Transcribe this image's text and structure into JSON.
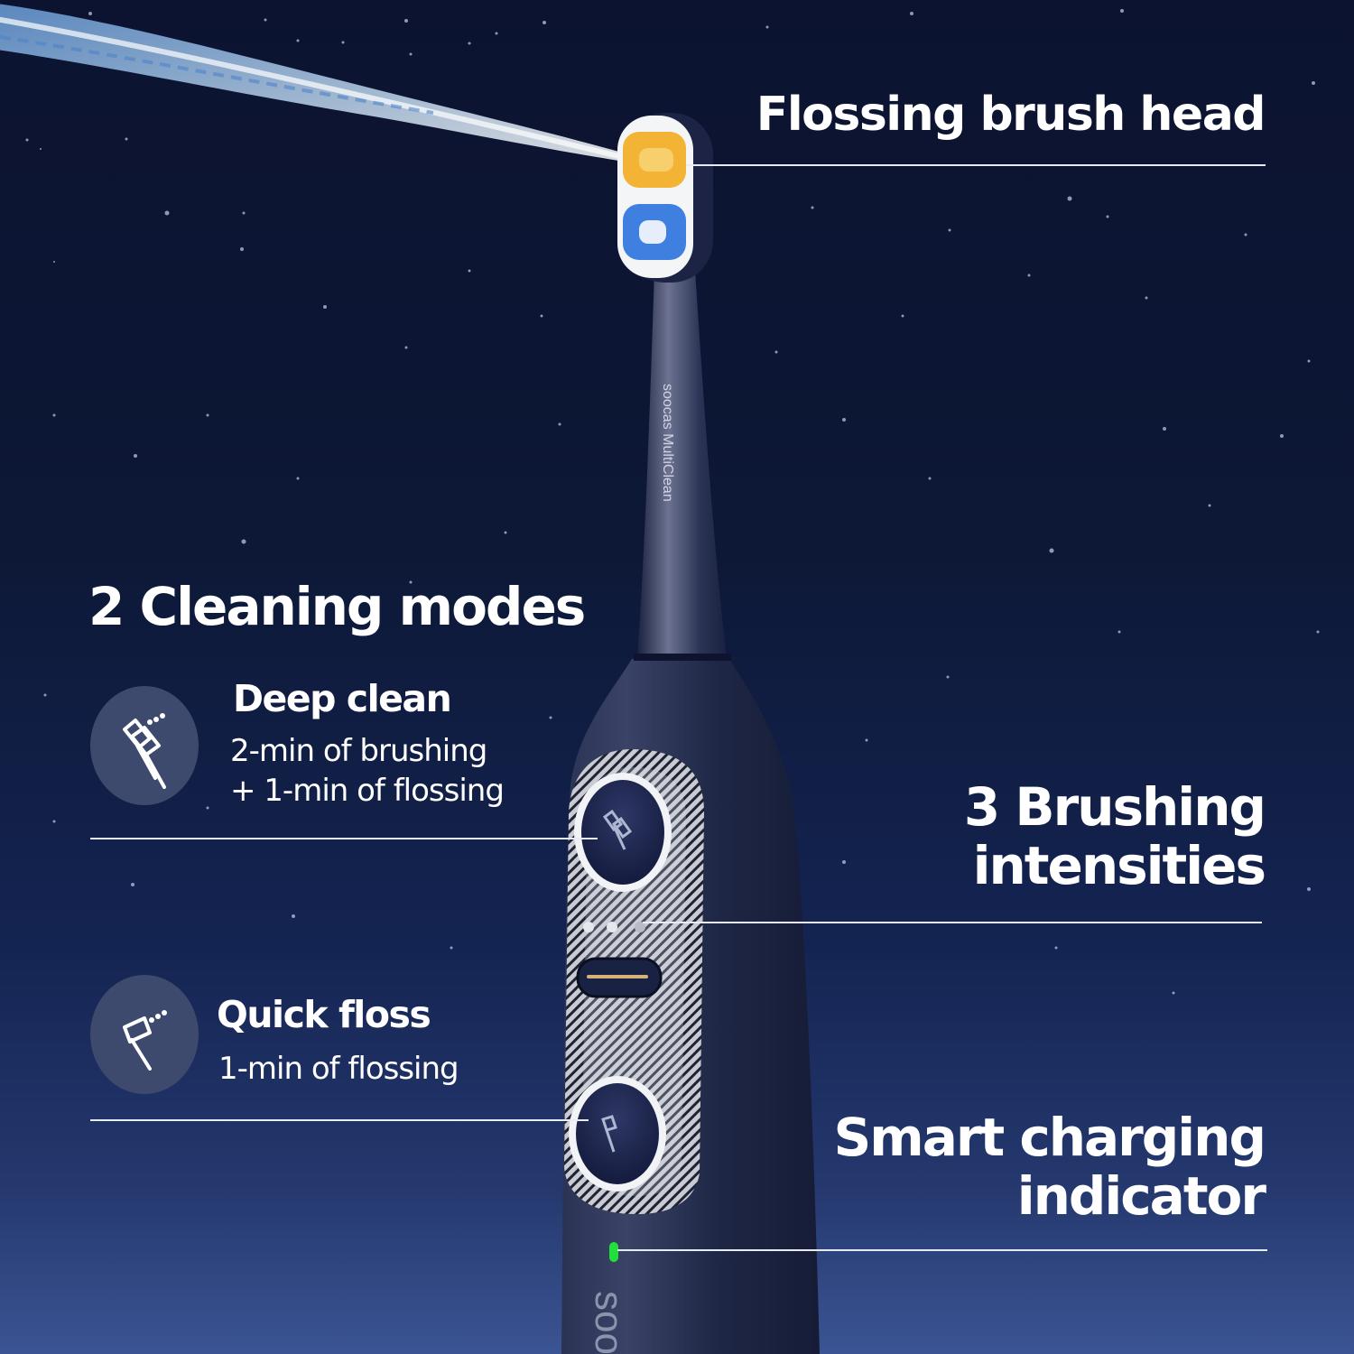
{
  "product": {
    "brand_shaft_text": "soocas MultiClean",
    "brand_body_text": "soo",
    "colors": {
      "background_top": "#0b1330",
      "background_bottom": "#3b5493",
      "body": "#1b2240",
      "head_white": "#f4f5f7",
      "bristle_orange": "#f3b335",
      "bristle_blue": "#3f7fe0",
      "charging_led": "#22e03a",
      "icon_circle": "#3d4a6e"
    }
  },
  "callouts": {
    "brush_head": {
      "label": "Flossing brush head"
    },
    "modes": {
      "heading": "2 Cleaning modes",
      "items": [
        {
          "icon": "brush-and-floss-icon",
          "title": "Deep clean",
          "desc_line1": "2-min of brushing",
          "desc_line2": "+ 1-min of flossing"
        },
        {
          "icon": "floss-icon",
          "title": "Quick floss",
          "desc_line1": "1-min of flossing"
        }
      ]
    },
    "intensities": {
      "line1": "3 Brushing",
      "line2": "intensities",
      "dots": 3
    },
    "charging": {
      "line1": "Smart charging",
      "line2": "indicator"
    }
  }
}
